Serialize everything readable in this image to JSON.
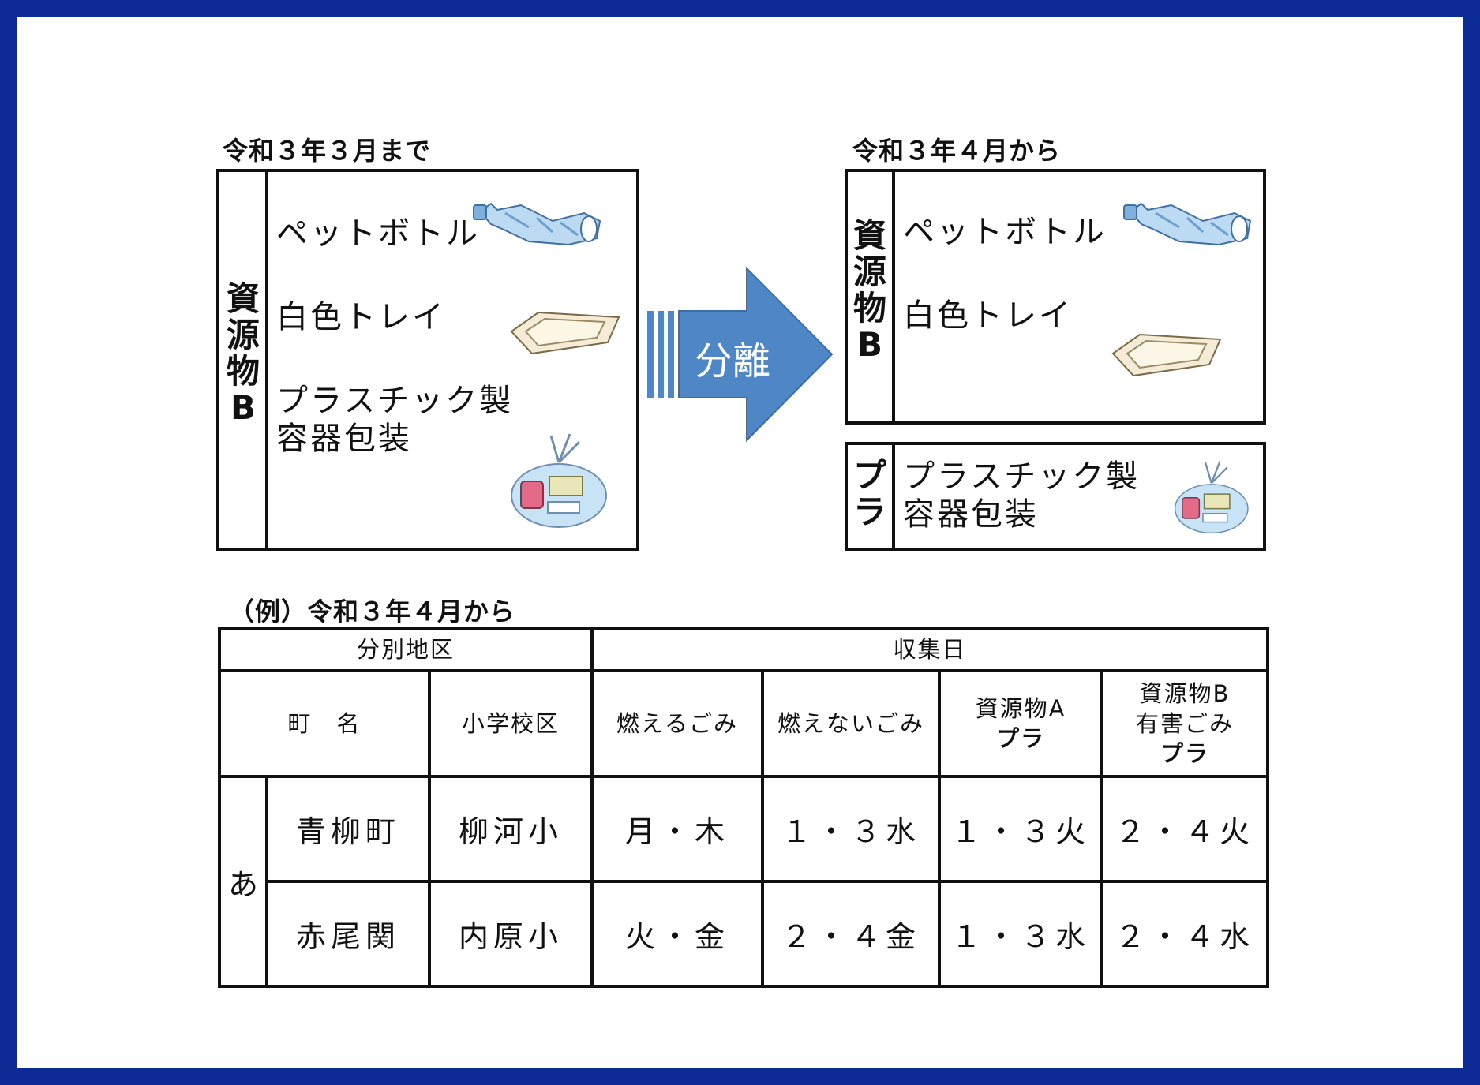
{
  "colors": {
    "frame": "#0d2b95",
    "arrow": "#4f86c6",
    "arrow_edge": "#3b6ea8"
  },
  "before": {
    "title": "令和３年３月まで",
    "category": "資源物B",
    "category_chars": [
      "資",
      "源",
      "物",
      "B"
    ],
    "items": [
      "ペットボトル",
      "白色トレイ",
      "プラスチック製容器包装"
    ],
    "item_icons": [
      "pet-bottle-icon",
      "white-tray-icon",
      "plastic-bag-icon"
    ]
  },
  "arrow": {
    "label": "分離",
    "icon": "right-arrow-icon"
  },
  "after": {
    "title": "令和３年４月から",
    "box1": {
      "category": "資源物B",
      "category_chars": [
        "資",
        "源",
        "物",
        "B"
      ],
      "items": [
        "ペットボトル",
        "白色トレイ"
      ]
    },
    "box2": {
      "category": "プラ",
      "category_chars": [
        "プ",
        "ラ"
      ],
      "items": [
        "プラスチック製容器包装"
      ]
    }
  },
  "schedule": {
    "title": "（例）令和３年４月から",
    "header_district": "分別地区",
    "header_collection": "収集日",
    "col_town": "町　名",
    "col_school": "小学校区",
    "col_burnable": "燃えるごみ",
    "col_nonburnable": "燃えないごみ",
    "col_resA": [
      "資源物A",
      "プラ"
    ],
    "col_resB": [
      "資源物B",
      "有害ごみ",
      "プラ"
    ],
    "group": "あ",
    "rows": [
      {
        "town": "青柳町",
        "school": "柳河小",
        "burnable": "月・木",
        "nonburnable": "１・３水",
        "resA": "１・３火",
        "resB": "２・４火"
      },
      {
        "town": "赤尾関",
        "school": "内原小",
        "burnable": "火・金",
        "nonburnable": "２・４金",
        "resA": "１・３水",
        "resB": "２・４水"
      }
    ]
  }
}
